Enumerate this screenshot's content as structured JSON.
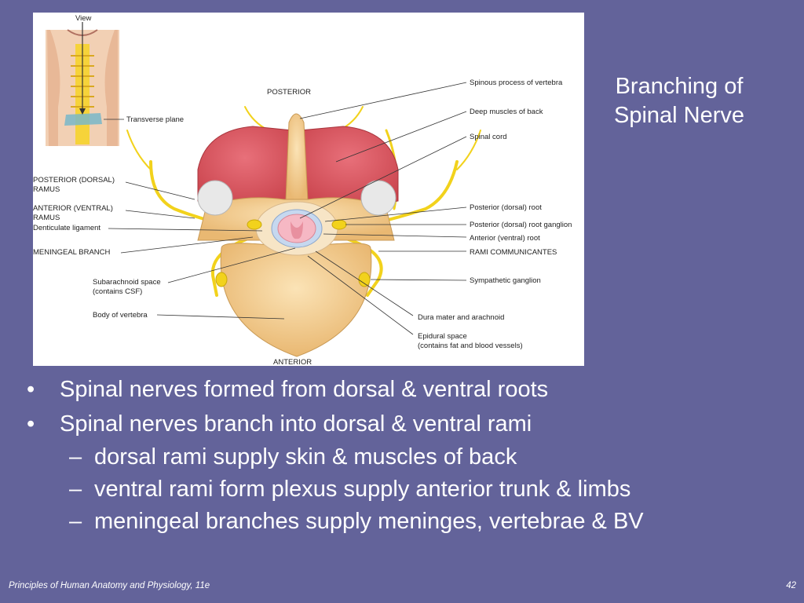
{
  "slide": {
    "title_line1": "Branching of",
    "title_line2": "Spinal Nerve",
    "bullets": [
      "Spinal nerves formed from dorsal & ventral roots",
      "Spinal nerves branch into dorsal & ventral rami"
    ],
    "sub_bullets": [
      "dorsal rami supply skin & muscles of back",
      "ventral rami form plexus supply anterior trunk & limbs",
      "meningeal branches supply meninges, vertebrae & BV"
    ],
    "bullet_marker": "•",
    "sub_bullet_marker": "–",
    "footer_left": "Principles of Human Anatomy and Physiology, 11e",
    "page_number": "42"
  },
  "diagram": {
    "inset_view": "View",
    "inset_plane": "Transverse plane",
    "posterior": "POSTERIOR",
    "anterior": "ANTERIOR",
    "left_labels": {
      "dorsal_ramus_1": "POSTERIOR (DORSAL)",
      "dorsal_ramus_2": "RAMUS",
      "ventral_ramus_1": "ANTERIOR (VENTRAL)",
      "ventral_ramus_2": "RAMUS",
      "denticulate": "Denticulate ligament",
      "meningeal": "MENINGEAL BRANCH",
      "subarachnoid_1": "Subarachnoid space",
      "subarachnoid_2": "(contains CSF)",
      "body": "Body of vertebra"
    },
    "right_labels": {
      "spinous": "Spinous process of vertebra",
      "deep_muscles": "Deep muscles of back",
      "spinal_cord": "Spinal cord",
      "dorsal_root": "Posterior (dorsal) root",
      "root_ganglion": "Posterior (dorsal) root ganglion",
      "ventral_root": "Anterior (ventral) root",
      "rami_comm": "RAMI COMMUNICANTES",
      "sympathetic": "Sympathetic ganglion",
      "dura": "Dura mater and arachnoid",
      "epidural_1": "Epidural space",
      "epidural_2": "(contains fat and blood vessels)"
    },
    "colors": {
      "bone": "#f3cf92",
      "muscle": "#d9585e",
      "nerve": "#f2d21c",
      "cord": "#f6b8c4",
      "background": "#63639a"
    }
  }
}
